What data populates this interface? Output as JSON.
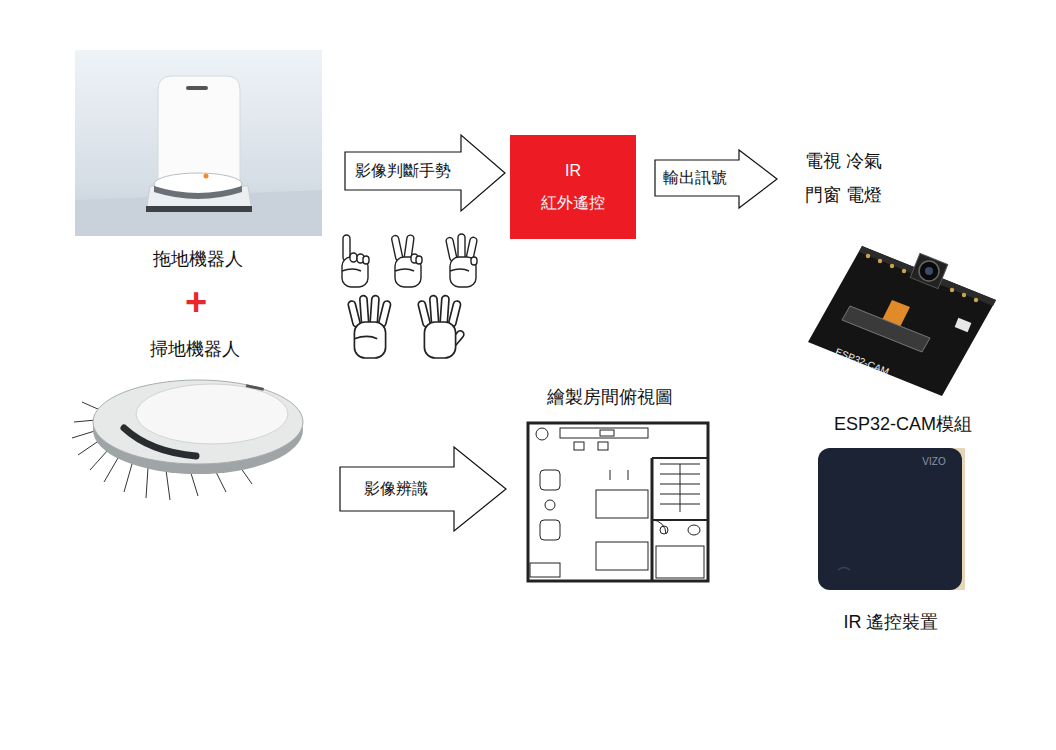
{
  "diagram": {
    "nodes": [
      {
        "text": [
          "影像判斷手勢"
        ]
      },
      {
        "text": [
          "IR 紅外遙控"
        ]
      },
      {
        "text": [
          "輸出訊號"
        ]
      },
      {
        "text": [
          "影像辨識"
        ]
      }
    ],
    "labels": [
      "拖地機器人",
      "+",
      "掃地機器人",
      "電視 冷氣",
      "門窗 電燈",
      "繪製房間俯視圖",
      "ESP32-CAM",
      "ESP32-CAM模組",
      "VIZO",
      "IR 遙控裝置"
    ]
  }
}
